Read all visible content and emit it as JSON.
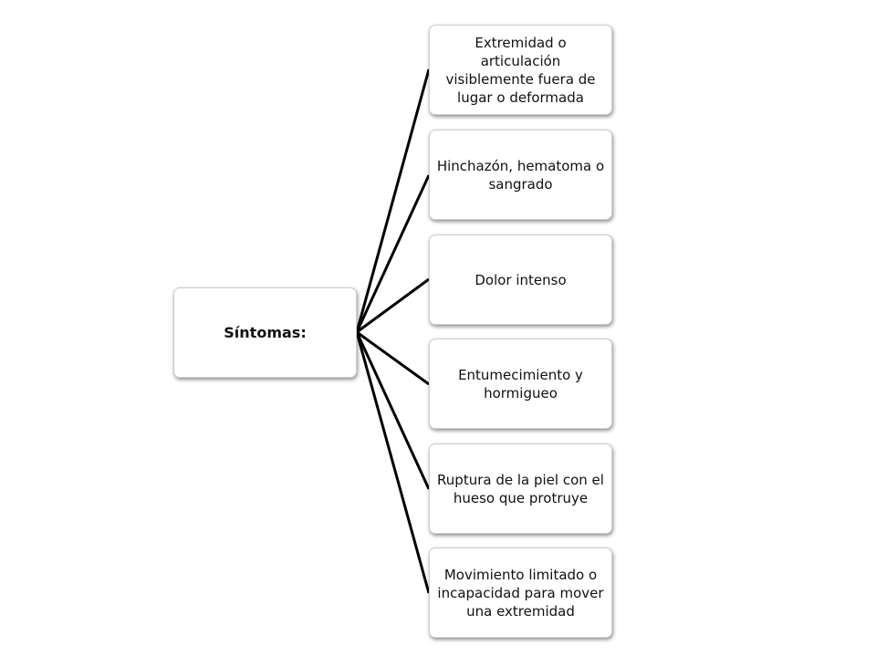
{
  "root": {
    "label": "Síntomas:"
  },
  "children": [
    {
      "label": "Extremidad o articulación visiblemente fuera de lugar o deformada"
    },
    {
      "label": "Hinchazón, hematoma o sangrado"
    },
    {
      "label": "Dolor intenso"
    },
    {
      "label": "Entumecimiento y hormigueo"
    },
    {
      "label": "Ruptura de la piel con el hueso que protruye"
    },
    {
      "label": "Movimiento limitado o incapacidad para mover una extremidad"
    }
  ],
  "colors": {
    "connector": "#000000",
    "box_border": "#cfcfcf",
    "text": "#111111"
  }
}
